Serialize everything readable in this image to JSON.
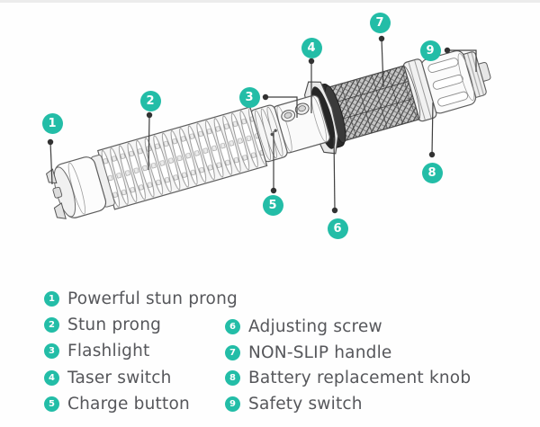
{
  "diagram_type": "product-parts-callout-diagram",
  "product": "stun baton flashlight illustration",
  "colors": {
    "accent_teal": "#23bda7",
    "legend_text": "#56575b",
    "callout_line": "#3f3f3f",
    "artwork_outline": "#5d5d5d"
  },
  "parts": [
    {
      "number": "1",
      "label": "Powerful stun prong"
    },
    {
      "number": "2",
      "label": "Stun prong"
    },
    {
      "number": "3",
      "label": "Flashlight"
    },
    {
      "number": "4",
      "label": "Taser switch"
    },
    {
      "number": "5",
      "label": "Charge button"
    },
    {
      "number": "6",
      "label": "Adjusting screw"
    },
    {
      "number": "7",
      "label": "NON-SLIP handle"
    },
    {
      "number": "8",
      "label": "Battery replacement knob"
    },
    {
      "number": "9",
      "label": "Safety switch"
    }
  ]
}
